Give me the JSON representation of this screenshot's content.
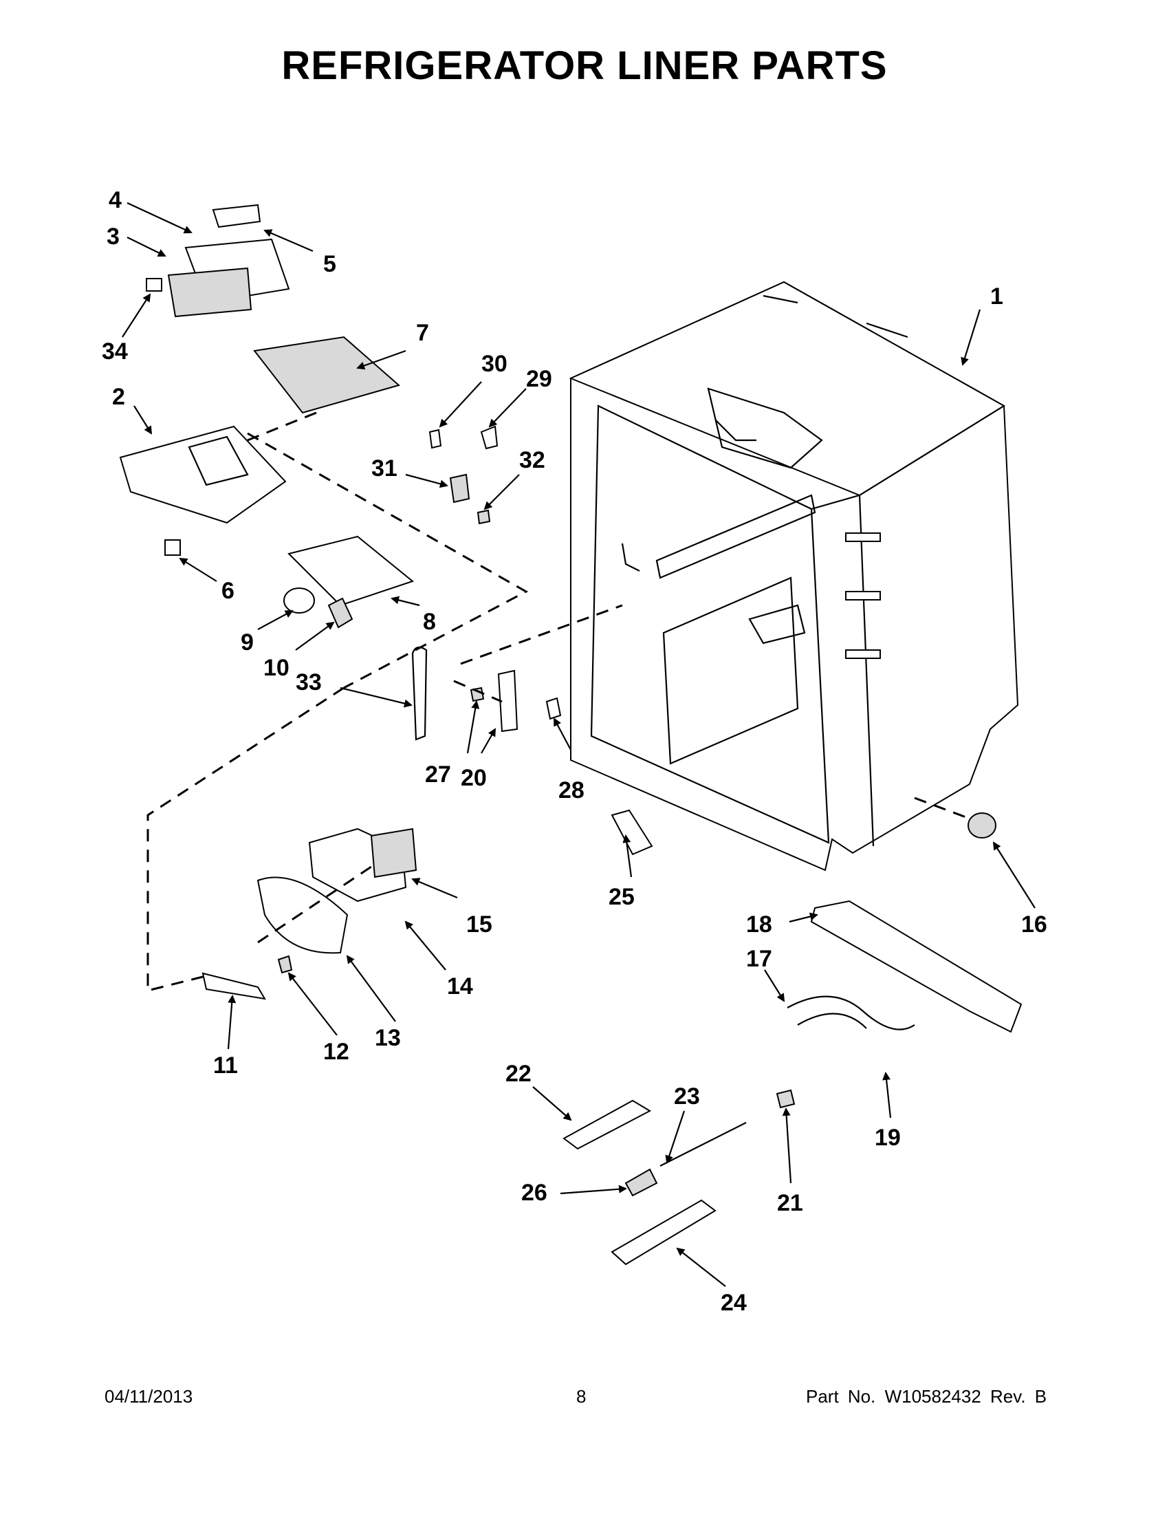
{
  "title": "REFRIGERATOR LINER PARTS",
  "footer": {
    "date": "04/11/2013",
    "page": "8",
    "part": "Part No.  W10582432  Rev.  B"
  },
  "callouts": [
    "1",
    "2",
    "3",
    "4",
    "5",
    "6",
    "7",
    "8",
    "9",
    "10",
    "11",
    "12",
    "13",
    "14",
    "15",
    "16",
    "17",
    "18",
    "19",
    "20",
    "21",
    "22",
    "23",
    "24",
    "25",
    "26",
    "27",
    "28",
    "29",
    "30",
    "31",
    "32",
    "33",
    "34"
  ]
}
